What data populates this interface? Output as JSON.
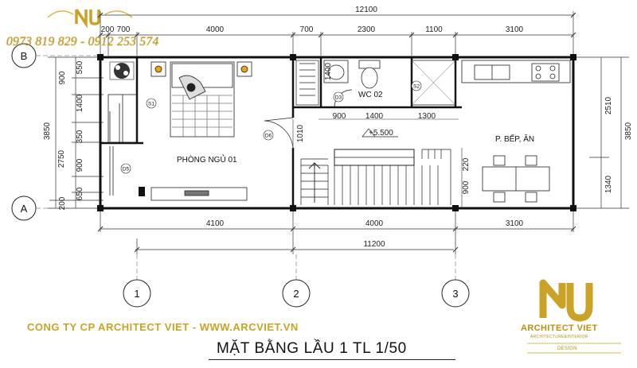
{
  "contact": {
    "phones": "0973 819 829 - 0912 253 574"
  },
  "company": {
    "name_url": "CONG TY CP ARCHITECT VIET - WWW.ARCVIET.VN"
  },
  "title": "MẶT BẰNG LẦU 1 TL 1/50",
  "brand": {
    "name": "ARCHITECT VIET",
    "subline": "ARCHITECTURE&INTERIOR",
    "design": "DESIGN",
    "logo_letters": "NU"
  },
  "axes": {
    "rows": [
      "B",
      "A"
    ],
    "cols": [
      "1",
      "2",
      "3"
    ]
  },
  "rooms": {
    "bedroom": "PHÒNG NGỦ 01",
    "wc": "WC 02",
    "kitchen": "P. BẾP, ĂN",
    "level": "+5.500"
  },
  "tags": {
    "s1": "S1",
    "s2": "S2",
    "d3": "D3",
    "d5": "D5",
    "d6": "D6"
  },
  "dims": {
    "top_total": "12100",
    "top_small_200": "200",
    "top_small_700": "700",
    "top_4000": "4000",
    "top_700": "700",
    "top_2300": "2300",
    "top_1100": "1100",
    "top_3100": "3100",
    "left_total": "3850",
    "left_2750": "2750",
    "left_550": "550",
    "left_900a": "900",
    "left_1400": "1400",
    "left_350": "350",
    "left_900b": "900",
    "left_650": "650",
    "left_200": "200",
    "right_2510": "2510",
    "right_1340": "1340",
    "right_3850": "3850",
    "wc_1400": "1400",
    "mid_1010": "1010",
    "mid_900": "900",
    "mid_1400": "1400",
    "mid_1300": "1300",
    "stair_220": "220",
    "stair_900": "900",
    "bot_4100": "4100",
    "bot_4000": "4000",
    "bot_3100": "3100",
    "bot_total": "11200"
  }
}
